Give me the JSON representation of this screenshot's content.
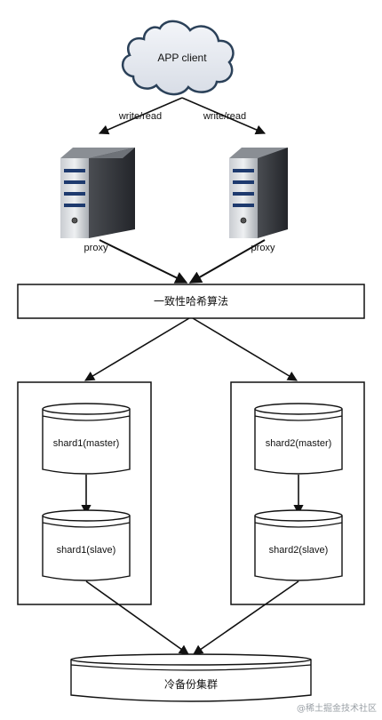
{
  "client": {
    "label": "APP client"
  },
  "edges": {
    "left_label": "write/read",
    "right_label": "write/read"
  },
  "proxies": [
    {
      "label": "proxy"
    },
    {
      "label": "proxy"
    }
  ],
  "hash_box": {
    "label": "一致性哈希算法"
  },
  "shards": [
    {
      "master": "shard1(master)",
      "slave": "shard1(slave)"
    },
    {
      "master": "shard2(master)",
      "slave": "shard2(slave)"
    }
  ],
  "cold_backup": {
    "label": "冷备份集群"
  },
  "watermark": "@稀土掘金技术社区",
  "colors": {
    "cloud_fill": "#e9ecf2",
    "cloud_stroke": "#2b4159",
    "line": "#111111",
    "server_stripe": "#1e3a6e"
  }
}
